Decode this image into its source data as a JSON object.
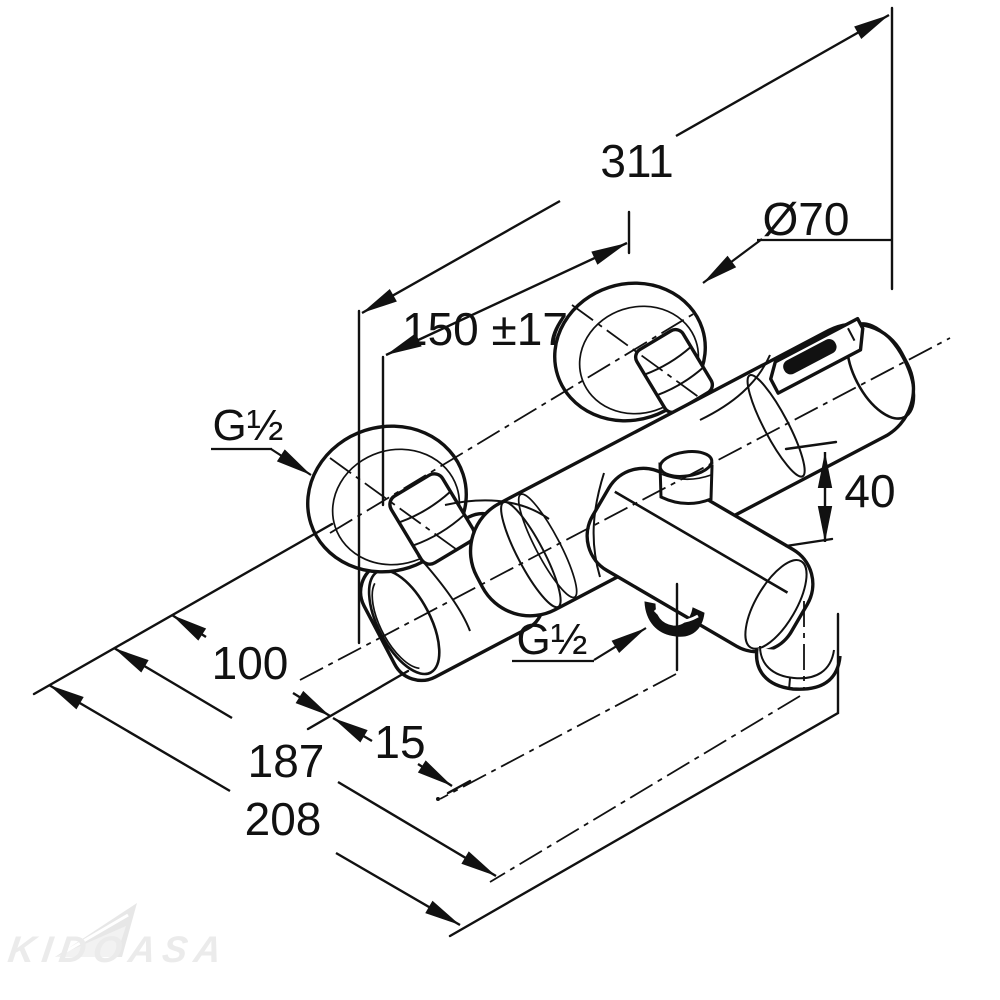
{
  "drawing": {
    "kind": "technical dimensional drawing of wall-mounted bath shower mixer tap",
    "background": "#ffffff",
    "line_color": "#111111",
    "dimensions": {
      "d311": "311",
      "d150": "150 ±17",
      "d70": "Ø70",
      "d40": "40",
      "d100": "100",
      "d15": "15",
      "d187": "187",
      "d208": "208",
      "thread_wall": "G½",
      "thread_shower": "G½"
    }
  },
  "watermark": {
    "text": "KIDOASA",
    "color": "#ebebeb"
  }
}
